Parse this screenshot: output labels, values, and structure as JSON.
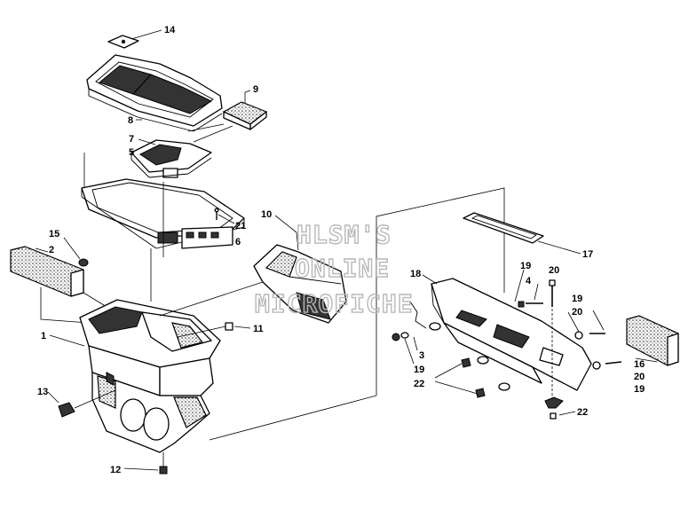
{
  "watermark": {
    "line1": "HLSM'S",
    "line2": "ONLINE",
    "line3": "MICROFICHE"
  },
  "callouts": {
    "c1": "1",
    "c2": "2",
    "c3": "3",
    "c4": "4",
    "c5": "5",
    "c6": "6",
    "c7": "7",
    "c8": "8",
    "c9": "9",
    "c10": "10",
    "c11": "11",
    "c12": "12",
    "c13": "13",
    "c14": "14",
    "c15": "15",
    "c16": "16",
    "c17": "17",
    "c18": "18",
    "c19a": "19",
    "c19b": "19",
    "c19c": "19",
    "c19d": "19",
    "c20a": "20",
    "c20b": "20",
    "c20c": "20",
    "c21": "21",
    "c22a": "22",
    "c22b": "22"
  }
}
